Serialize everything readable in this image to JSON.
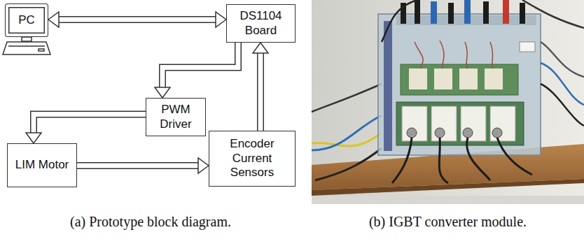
{
  "diagram": {
    "nodes": [
      {
        "text": [
          "PC"
        ]
      },
      {
        "text": [
          "DS1104 Board"
        ]
      },
      {
        "text": [
          "PWM Driver"
        ]
      },
      {
        "text": [
          "LIM Motor"
        ]
      },
      {
        "text": [
          "Encoder Current Sensors"
        ]
      }
    ],
    "edges": [
      {
        "from": 0,
        "to": 1,
        "arrow": "both"
      },
      {
        "from": 1,
        "to": 2,
        "arrow": "to"
      },
      {
        "from": 2,
        "to": 3,
        "arrow": "to"
      },
      {
        "from": 3,
        "to": 4,
        "arrow": "to"
      },
      {
        "from": 4,
        "to": 1,
        "arrow": "to"
      }
    ],
    "labels": [
      "(a) Prototype block diagram.",
      "(b) IGBT converter module."
    ]
  }
}
